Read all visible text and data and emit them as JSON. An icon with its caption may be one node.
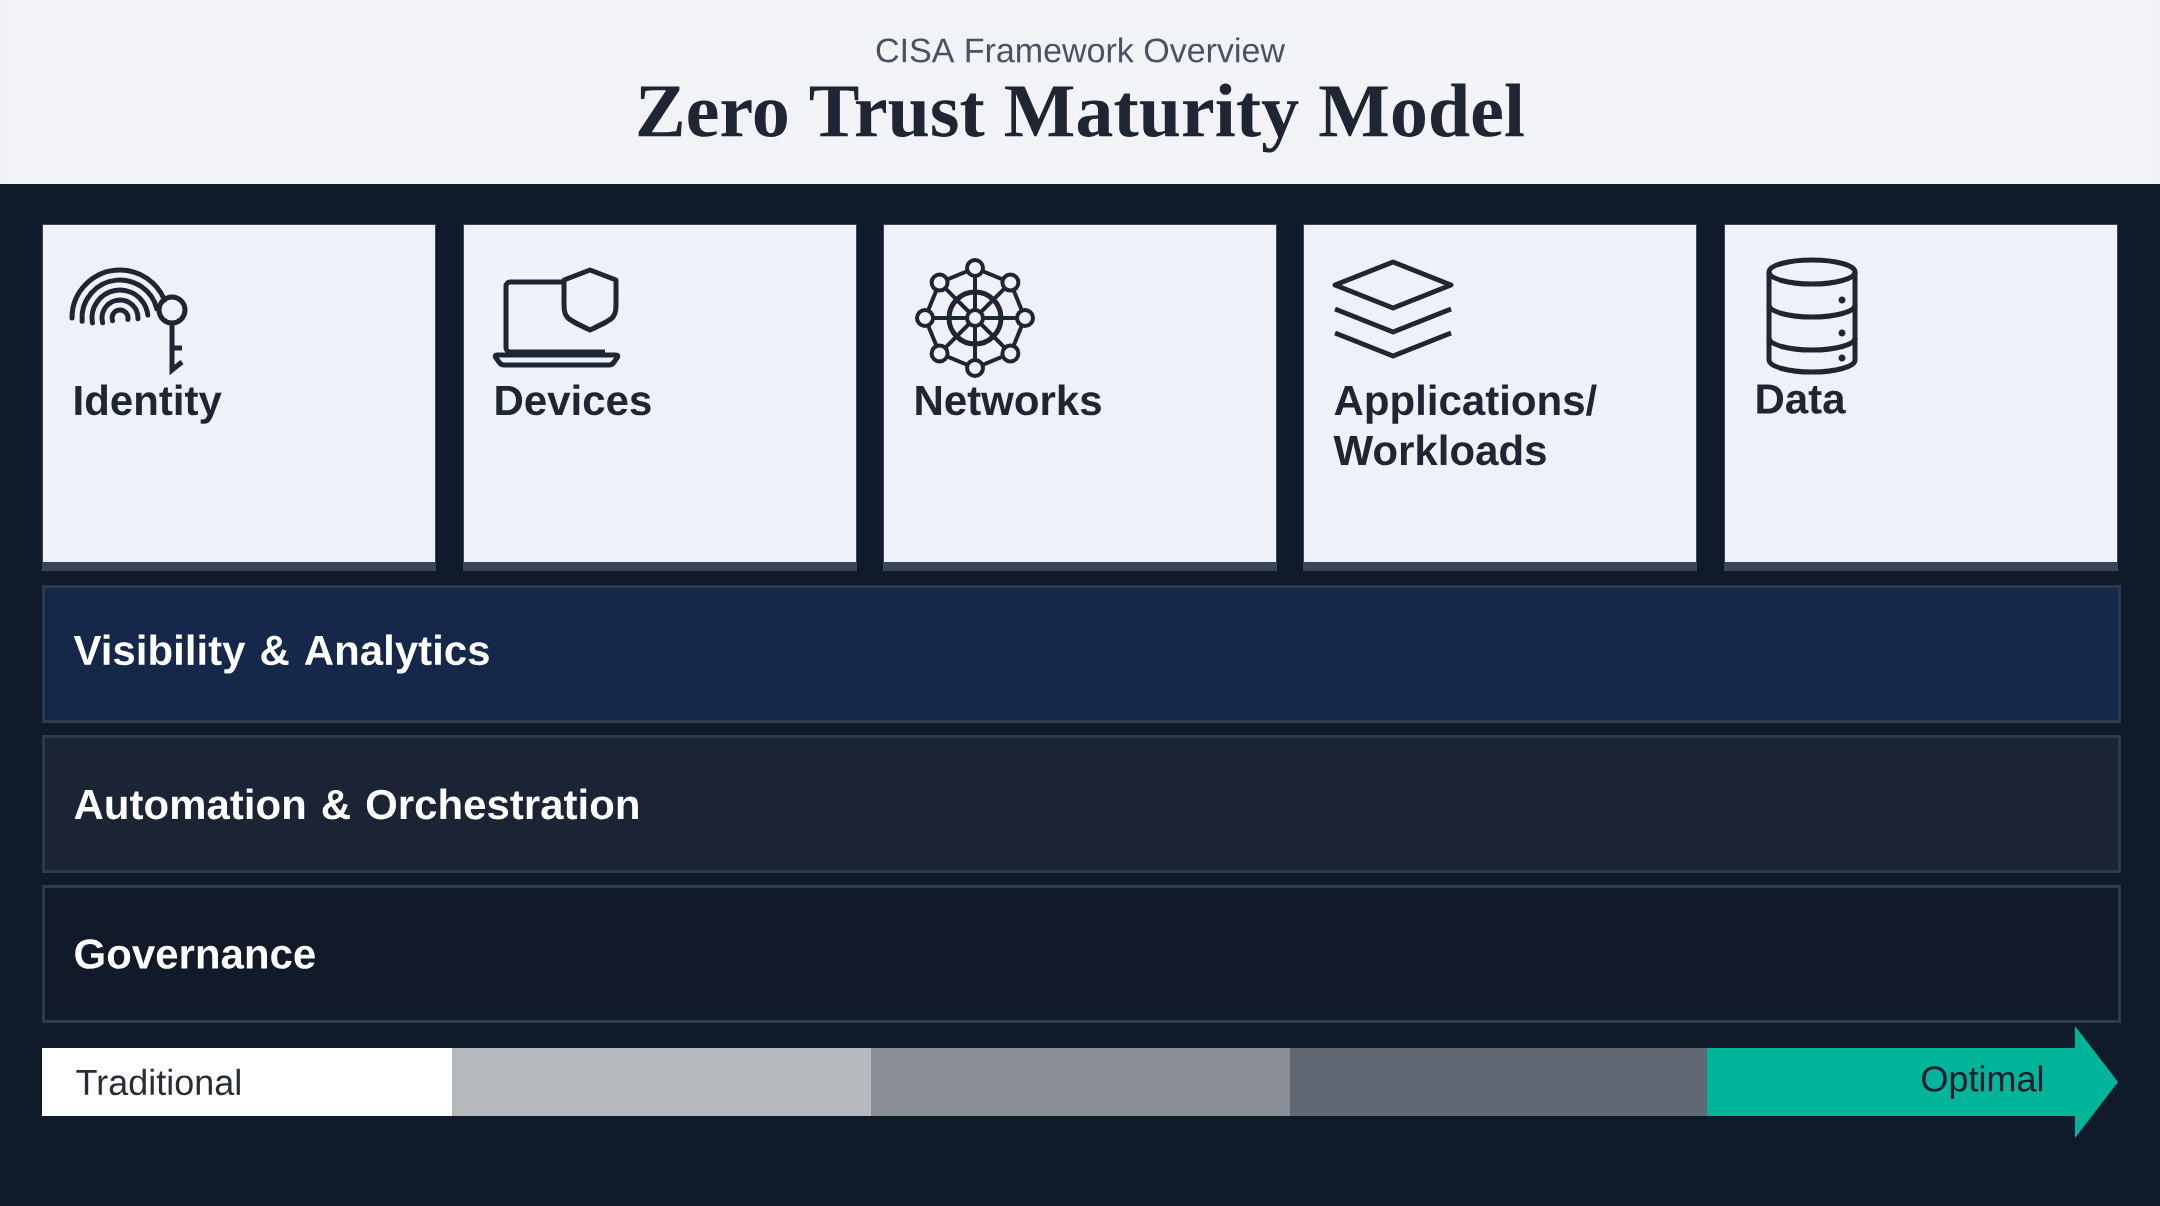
{
  "diagram": {
    "title": "Zero Trust Maturity Model",
    "nodes": [
      {
        "text": [
          "Identity"
        ]
      },
      {
        "text": [
          "Devices"
        ]
      },
      {
        "text": [
          "Networks"
        ]
      },
      {
        "text": [
          "Applications/ Workloads"
        ]
      },
      {
        "text": [
          "Data"
        ]
      },
      {
        "text": [
          "Visibility & Analytics"
        ]
      },
      {
        "text": [
          "Automation & Orchestration"
        ]
      },
      {
        "text": [
          "Governance"
        ]
      }
    ],
    "labels": [
      "CISA Framework Overview",
      "Traditional",
      "Optimal"
    ]
  }
}
